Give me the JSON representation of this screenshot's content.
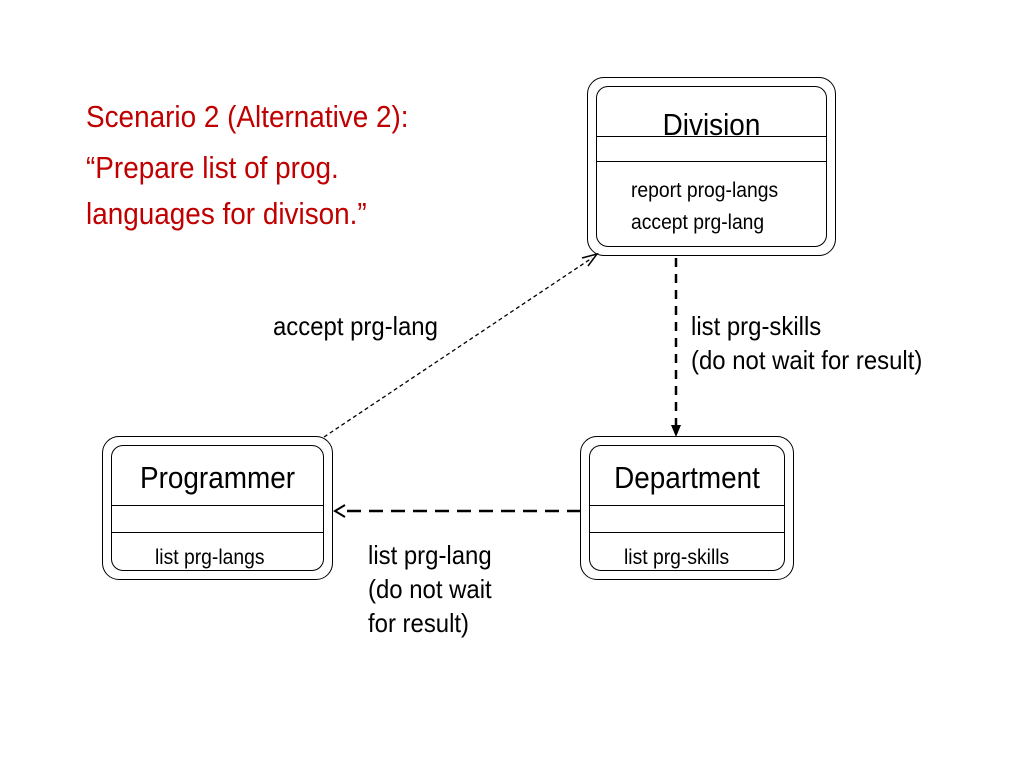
{
  "title": {
    "lines": [
      "Scenario 2 (Alternative 2):",
      "“Prepare list of prog.",
      "languages for divison.”"
    ],
    "color": "#c00000"
  },
  "classes": {
    "division": {
      "name": "Division",
      "operations": [
        "report prog-langs",
        "accept prg-lang"
      ]
    },
    "programmer": {
      "name": "Programmer",
      "operations": [
        "list prg-langs"
      ]
    },
    "department": {
      "name": "Department",
      "operations": [
        "list prg-skills"
      ]
    }
  },
  "messages": {
    "accept": {
      "lines": [
        "accept prg-lang"
      ]
    },
    "list_skills": {
      "lines": [
        "list prg-skills",
        "(do not wait for result)"
      ]
    },
    "list_lang": {
      "lines": [
        "list prg-lang",
        "(do not wait",
        "for result)"
      ]
    }
  }
}
